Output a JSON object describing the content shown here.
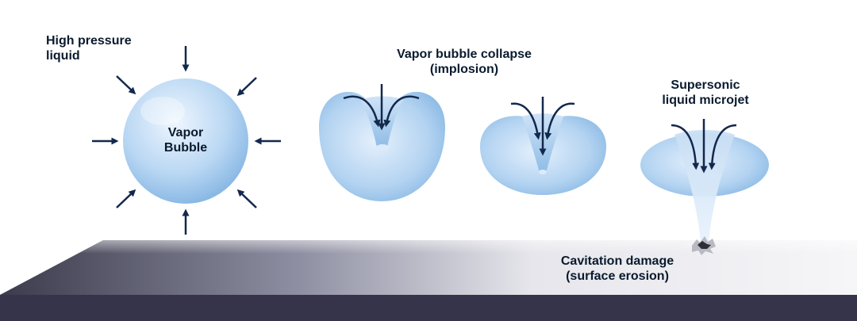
{
  "labels": {
    "high_pressure": "High pressure\nliquid",
    "vapor_bubble": "Vapor\nBubble",
    "collapse": "Vapor bubble collapse\n(implosion)",
    "microjet": "Supersonic\nliquid microjet",
    "damage": "Cavitation damage\n(surface erosion)"
  },
  "colors": {
    "arrow": "#13284d",
    "bubble_light": "#dbeafa",
    "bubble_mid": "#a9cdf0",
    "bubble_dark": "#6fa6de",
    "surface_light": "#f4f4f6",
    "surface_dark": "#3a3a4a",
    "edge": "#36344a"
  },
  "icons": {
    "pressure_arrow": "arrow-icon",
    "damage_mark": "crack-icon"
  }
}
